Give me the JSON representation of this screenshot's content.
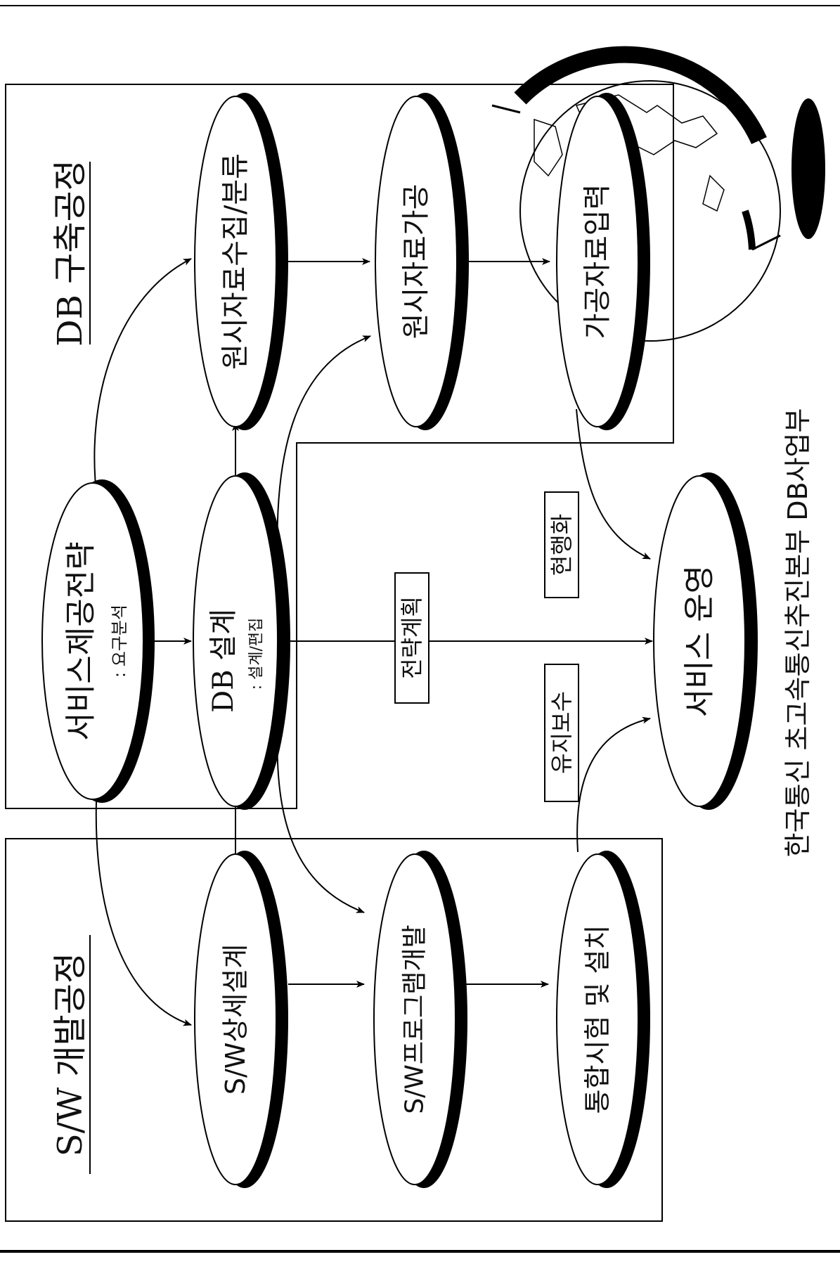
{
  "diagram": {
    "db_section_title": "DB 구축공정",
    "sw_section_title": "S/W 개발공정",
    "footer_org": "한국통신 초고속통신추진본부 DB사업부",
    "nodes": {
      "service_strategy": {
        "label": "서비스제공전략",
        "sub": ": 요구분석"
      },
      "db_design": {
        "label": "DB 설계",
        "sub": ": 설계/편집"
      },
      "raw_collect": {
        "label": "원시자료수집/분류"
      },
      "raw_process": {
        "label": "원시자료가공"
      },
      "processed_input": {
        "label": "가공자료입력"
      },
      "service_operation": {
        "label": "서비스 운영"
      },
      "sw_detail_design": {
        "label": "S/W상세설계"
      },
      "sw_program_dev": {
        "label": "S/W프로그램개발"
      },
      "integration_test": {
        "label": "통합시험 및 설치"
      }
    },
    "edge_labels": {
      "strategy_plan": "전략계획",
      "maintenance": "유지보수",
      "currency_update": "현행화"
    }
  }
}
